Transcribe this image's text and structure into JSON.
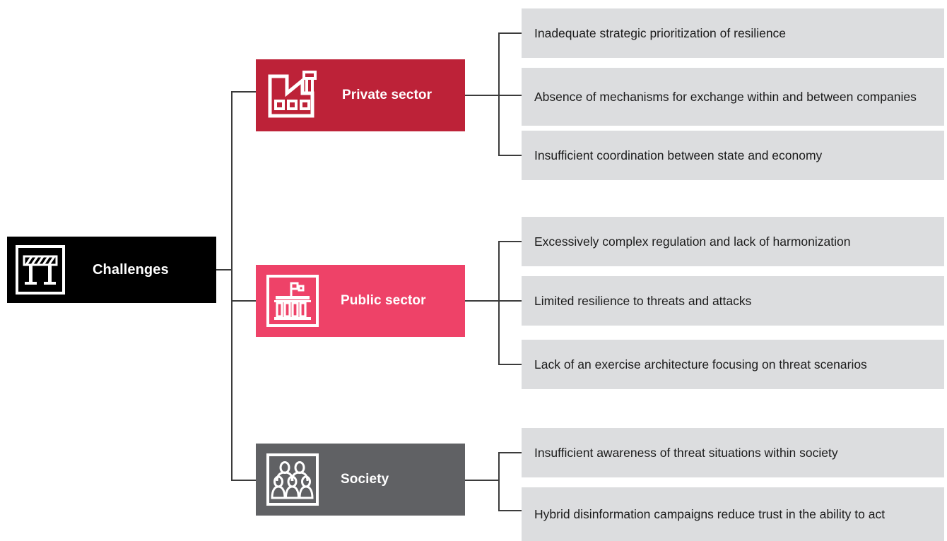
{
  "diagram": {
    "type": "tree-diagram",
    "root": {
      "label": "Challenges",
      "icon": "barrier-icon",
      "bg_color": "#000000",
      "text_color": "#ffffff"
    },
    "branches": [
      {
        "id": "private",
        "label": "Private sector",
        "icon": "factory-icon",
        "bg_color": "#bd2238",
        "text_color": "#ffffff",
        "leaves": [
          "Inadequate strategic prioritization of resilience",
          "Absence of mechanisms for exchange within and between companies",
          "Insufficient coordination between state and economy"
        ]
      },
      {
        "id": "public",
        "label": "Public sector",
        "icon": "government-building-icon",
        "bg_color": "#ee4268",
        "text_color": "#ffffff",
        "leaves": [
          "Excessively complex regulation and lack of harmonization",
          "Limited resilience to threats and attacks",
          "Lack of an exercise architecture focusing on threat scenarios"
        ]
      },
      {
        "id": "society",
        "label": "Society",
        "icon": "people-group-icon",
        "bg_color": "#606164",
        "text_color": "#ffffff",
        "leaves": [
          "Insufficient awareness of threat situations within society",
          "Hybrid disinformation campaigns reduce trust in the ability to act"
        ]
      }
    ],
    "leaf_box_color": "#dcdddf",
    "leaf_text_color": "#1b1b1b",
    "connector_color": "#3b3b3b",
    "background_color": "#ffffff"
  }
}
